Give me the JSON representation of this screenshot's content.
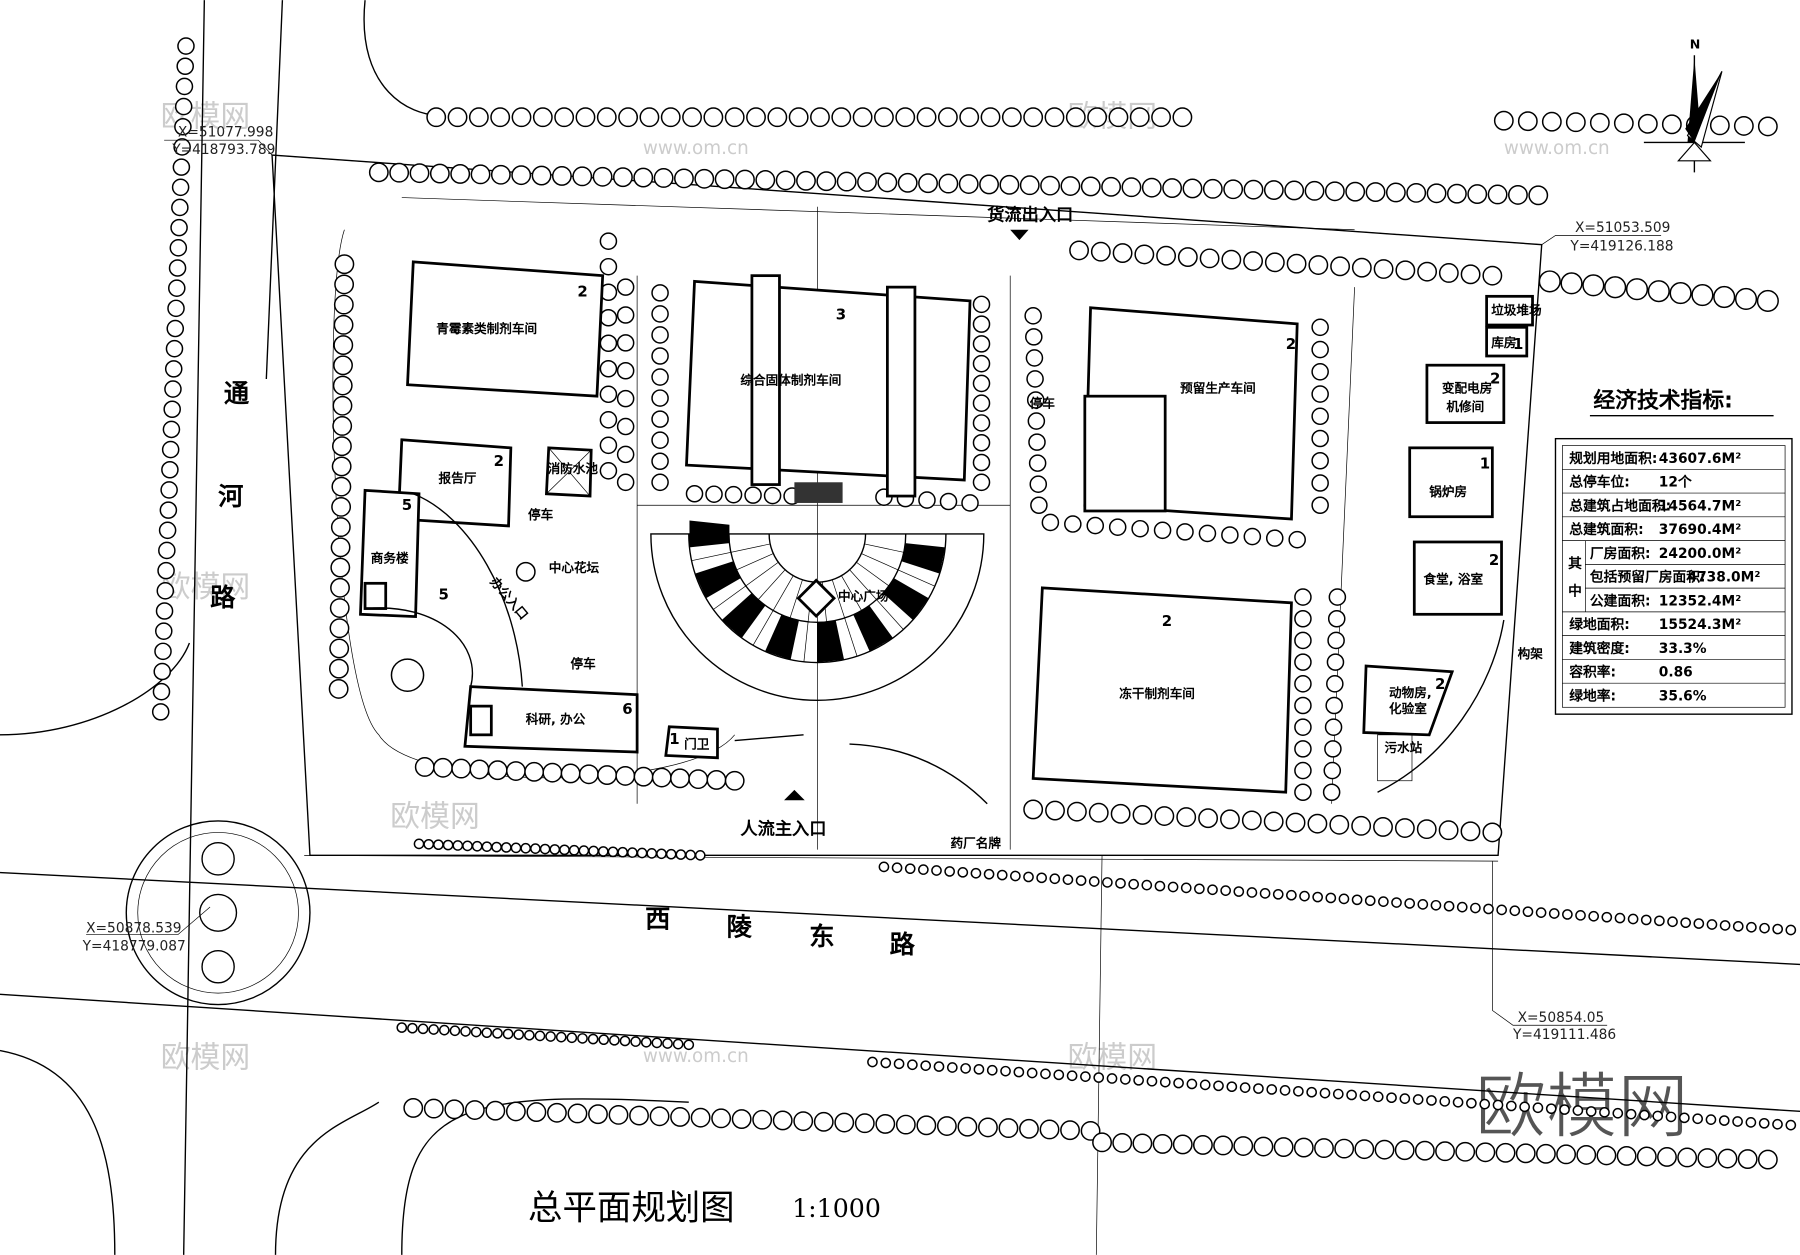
{
  "title": "总平面规划图",
  "scale": "1:1000",
  "roads": {
    "left": [
      "通",
      "河",
      "路"
    ],
    "bottom": [
      "西",
      "陵",
      "东",
      "路"
    ]
  },
  "entrances": {
    "cargo": "货流出入口",
    "main": "人流主入口",
    "office": "办公入口",
    "sign": "药厂名牌",
    "frame": "构架"
  },
  "coordinates": [
    {
      "x": "X=51077.998",
      "y": "Y=418793.789"
    },
    {
      "x": "X=51053.509",
      "y": "Y=419126.188"
    },
    {
      "x": "X=50878.539",
      "y": "Y=418779.087"
    },
    {
      "x": "X=50854.05",
      "y": "Y=419111.486"
    }
  ],
  "buildings": [
    {
      "name": "青霉素类制剂车间",
      "floors": "2"
    },
    {
      "name": "综合固体制剂车间",
      "floors": "3"
    },
    {
      "name": "预留生产车间",
      "floors": "2"
    },
    {
      "name": "报告厅",
      "floors": "2"
    },
    {
      "name": "商务楼",
      "floors": "5"
    },
    {
      "name": "科研, 办公",
      "floors": "6"
    },
    {
      "name": "门卫",
      "floors": "1"
    },
    {
      "name": "冻干制剂车间",
      "floors": "2"
    },
    {
      "name": "垃圾堆场",
      "floors": ""
    },
    {
      "name": "库房",
      "floors": "1"
    },
    {
      "name": "变配电房",
      "name2": "机修间",
      "floors": "2"
    },
    {
      "name": "锅炉房",
      "floors": "1"
    },
    {
      "name": "食堂, 浴室",
      "floors": "2"
    },
    {
      "name": "动物房,",
      "name2": "化验室",
      "floors": "2"
    },
    {
      "name": "污水站",
      "floors": ""
    }
  ],
  "features": {
    "fire_pool": "消防水池",
    "parking": "停车",
    "flower_bed": "中心花坛",
    "plaza": "中心广场",
    "north": "N"
  },
  "indicators": {
    "heading": "经济技术指标:",
    "rows": [
      {
        "label": "规划用地面积:",
        "value": "43607.6M²"
      },
      {
        "label": "总停车位:",
        "value": "12个"
      },
      {
        "label": "总建筑占地面积:",
        "value": "14564.7M²"
      },
      {
        "label": "总建筑面积:",
        "value": "37690.4M²"
      },
      {
        "label": "厂房面积:",
        "value": "24200.0M²"
      },
      {
        "label": "包括预留厂房面积:",
        "value": "4738.0M²"
      },
      {
        "label": "公建面积:",
        "value": "12352.4M²"
      },
      {
        "label": "绿地面积:",
        "value": "15524.3M²"
      },
      {
        "label": "建筑密度:",
        "value": "33.3%"
      },
      {
        "label": "容积率:",
        "value": "0.86"
      },
      {
        "label": "绿地率:",
        "value": "35.6%"
      }
    ],
    "group_label": [
      "其",
      "中"
    ]
  },
  "watermark": {
    "big": "欧模网",
    "small": "www.om.cn"
  }
}
